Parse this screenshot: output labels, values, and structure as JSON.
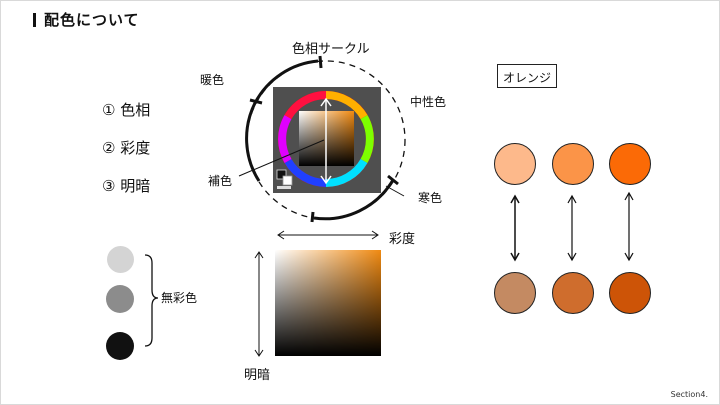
{
  "title": "配色について",
  "list": [
    "① 色相",
    "② 彩度",
    "③ 明暗"
  ],
  "labels": {
    "hue_circle": "色相サークル",
    "warm": "暖色",
    "neutral": "中性色",
    "cool": "寒色",
    "complementary": "補色",
    "saturation": "彩度",
    "brightness": "明暗",
    "achromatic": "無彩色",
    "orange": "オレンジ"
  },
  "achromatic_colors": [
    "#d4d4d4",
    "#8c8c8c",
    "#111111"
  ],
  "orange_top": [
    "#fdb98b",
    "#fb9448",
    "#fb6a06"
  ],
  "orange_bottom": [
    "#c48a62",
    "#cf6d2d",
    "#cd5407"
  ],
  "accent": "#f08a12",
  "footer": "Section4."
}
